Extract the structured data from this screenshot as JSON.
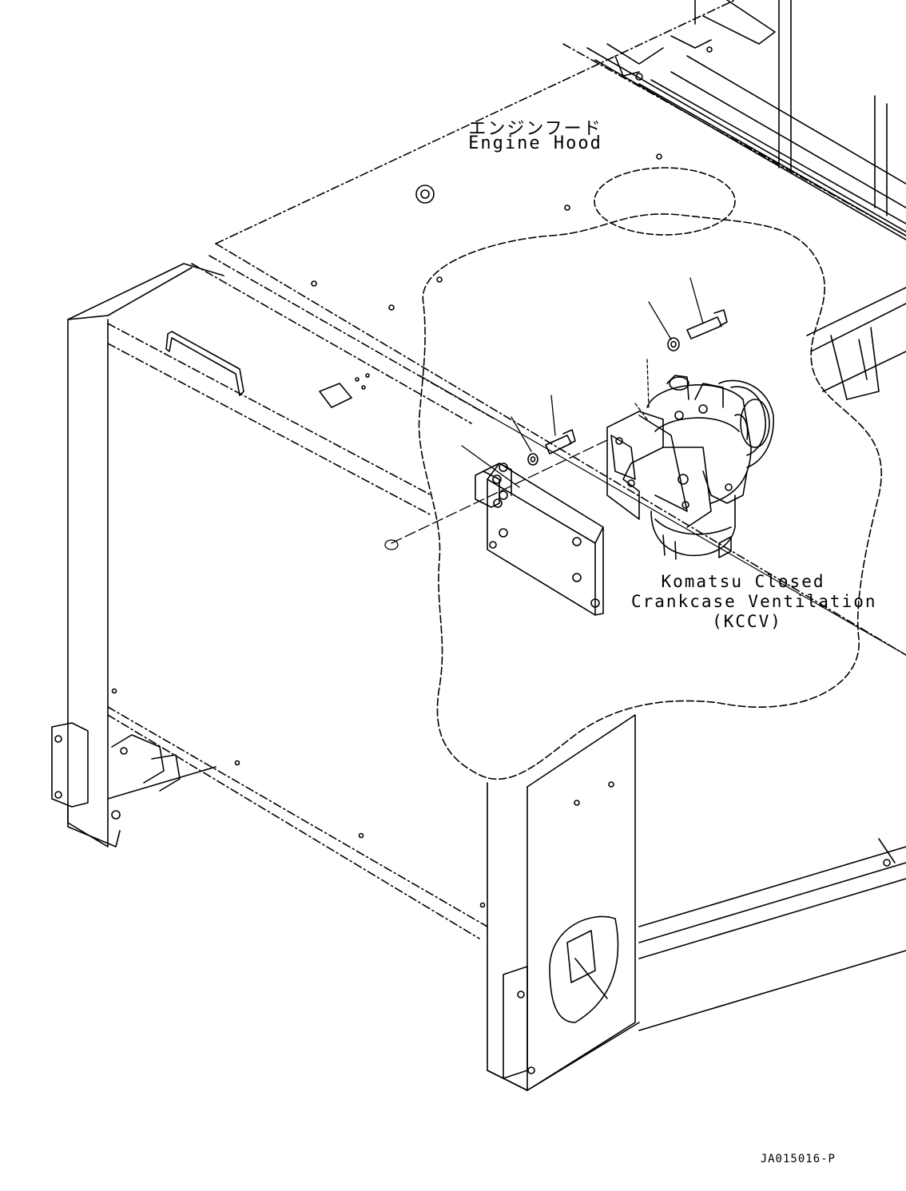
{
  "labels": {
    "hood_jp": "エンジンフード",
    "hood_en": "Engine Hood",
    "kccv_line1": "Komatsu Closed",
    "kccv_line2": "Crankcase Ventilation",
    "kccv_line3": "(KCCV)",
    "drawing_code": "JA015016-P"
  },
  "colors": {
    "line": "#000000",
    "background": "#ffffff"
  }
}
